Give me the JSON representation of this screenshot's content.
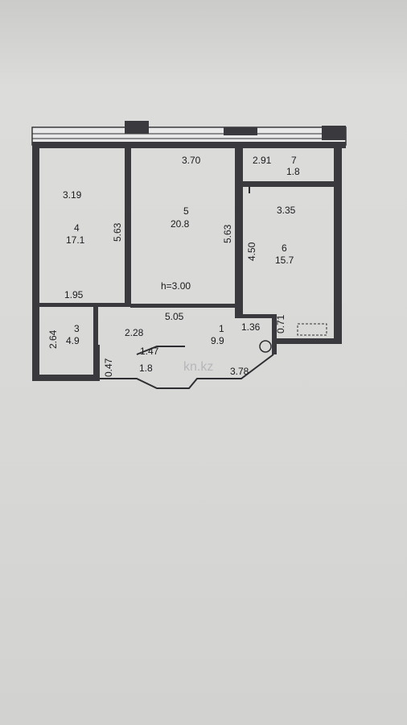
{
  "rooms": [
    {
      "number": "4",
      "area": "17.1"
    },
    {
      "number": "5",
      "area": "20.8"
    },
    {
      "number": "6",
      "area": "15.7"
    },
    {
      "number": "7",
      "area": "1.8"
    },
    {
      "number": "3",
      "area": "4.9"
    },
    {
      "number": "1",
      "area": "9.9"
    }
  ],
  "dims": {
    "r4_width": "3.19",
    "r4_length": "5.63",
    "r4_bottom": "1.95",
    "r5_width": "3.70",
    "r5_length": "5.63",
    "r5_height": "h=3.00",
    "r6_width": "3.35",
    "r6_length": "4.50",
    "r7_width": "2.91",
    "hall_width": "5.05",
    "r3_length": "2.64",
    "hall_a": "2.28",
    "hall_b": "1.36",
    "hall_c": "0.71",
    "hall_d": "1.47",
    "hall_e": "1.8",
    "hall_f": "3.78",
    "hall_g": "0.47"
  },
  "watermark": "kn.kz"
}
